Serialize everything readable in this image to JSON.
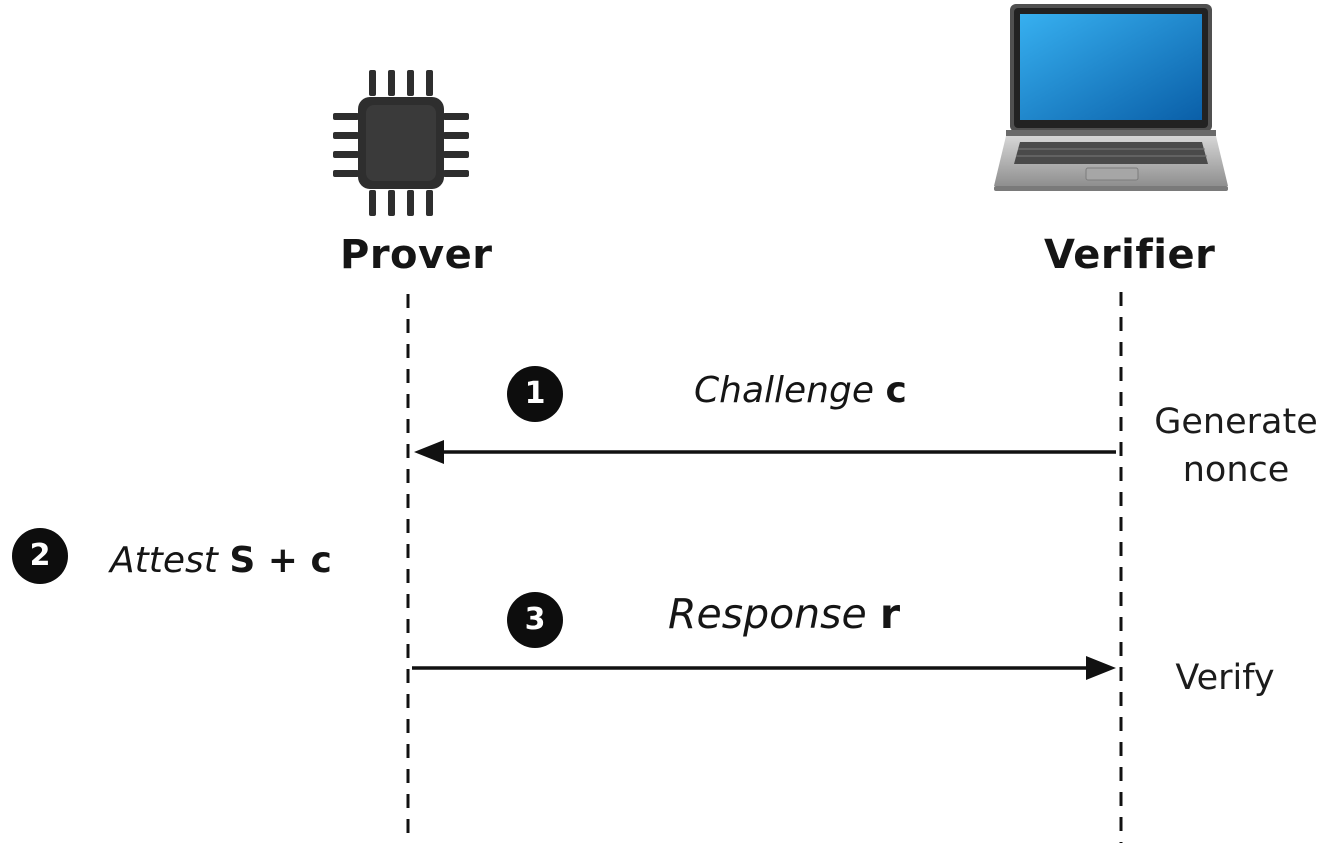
{
  "actors": {
    "prover": {
      "label": "Prover",
      "icon": "microchip-icon"
    },
    "verifier": {
      "label": "Verifier",
      "icon": "laptop-icon"
    }
  },
  "steps": [
    {
      "number": "1",
      "label_italic": "Challenge",
      "label_bold": "c",
      "direction": "verifier-to-prover"
    },
    {
      "number": "2",
      "label_italic": "Attest",
      "label_bold": "S + c"
    },
    {
      "number": "3",
      "label_italic": "Response",
      "label_bold": "r",
      "direction": "prover-to-verifier"
    }
  ],
  "notes": {
    "generate_line1": "Generate",
    "generate_line2": "nonce",
    "verify": "Verify"
  },
  "colors": {
    "ink": "#111111",
    "badge": "#0d0d0d",
    "chip": "#2e2e2e",
    "laptop_screen": "#1f8fd6",
    "laptop_body": "#b9b9b9"
  }
}
